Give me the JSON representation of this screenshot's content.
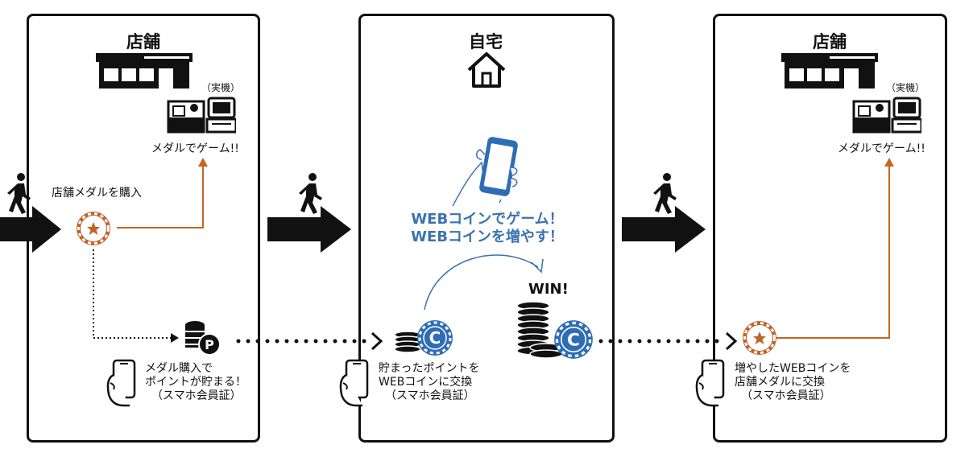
{
  "panels": {
    "store1": {
      "title": "店舗",
      "machine_note": "（実機）",
      "game_label": "メダルでゲーム!!",
      "purchase_label": "店舗メダルを購入",
      "points_line1": "メダル購入で",
      "points_line2": "ポイントが貯まる！",
      "points_line3": "（スマホ会員証）"
    },
    "home": {
      "title": "自宅",
      "headline1": "WEBコインでゲーム！",
      "headline2": "WEBコインを増やす！",
      "win_label": "WIN!",
      "exchange_line1": "貯まったポイントを",
      "exchange_line2": "WEBコインに交換",
      "exchange_line3": "（スマホ会員証）"
    },
    "store2": {
      "title": "店舗",
      "machine_note": "（実機）",
      "game_label": "メダルでゲーム!!",
      "exchange_line1": "増やしたWEBコインを",
      "exchange_line2": "店舗メダルに交換",
      "exchange_line3": "（スマホ会員証）"
    }
  },
  "icons": [
    "store-icon",
    "medal-game-machine-icon",
    "house-icon",
    "walking-person-icon",
    "right-arrow-icon",
    "medal-icon",
    "point-coins-icon",
    "smartphone-hand-icon",
    "web-coin-icon",
    "coin-stack-icon"
  ],
  "colors": {
    "medal": "#c0622a",
    "web_coin": "#2e6db5",
    "flow_orange": "#c8641e",
    "headline_blue": "#3a72b0",
    "outline": "#111111"
  }
}
